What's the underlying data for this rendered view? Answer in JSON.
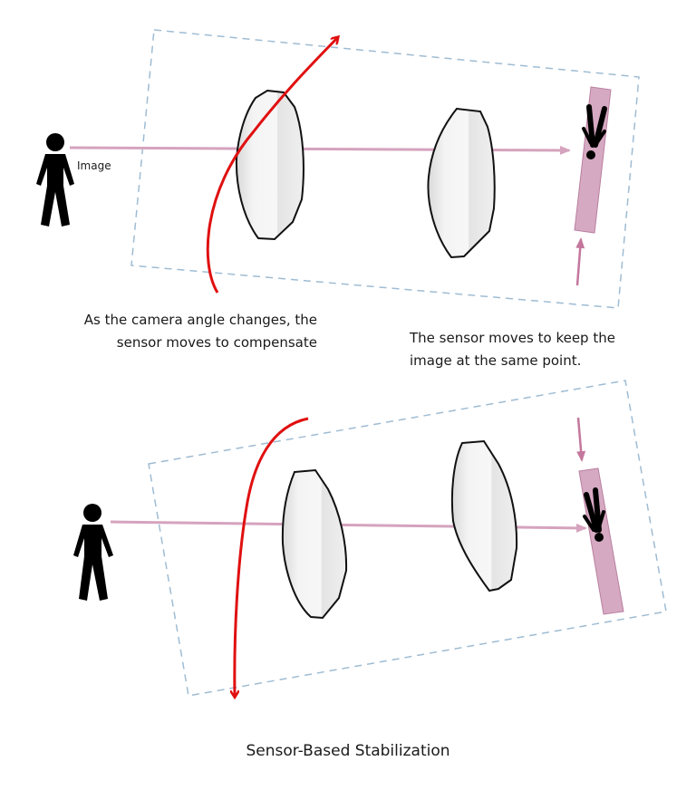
{
  "figure": {
    "title": "Sensor-Based Stabilization",
    "colors": {
      "background": "#ffffff",
      "box_dashed": "#9fbcd3",
      "ray": "#d5a3bd",
      "sensor_fill": "#d6a9c2",
      "sensor_stroke": "#b97fa0",
      "sensor_arrow": "#c4779c",
      "motion_arrow": "#e01010",
      "lens_stroke": "#111111",
      "figure_black": "#000000"
    }
  },
  "top_panel": {
    "label_image": "Image",
    "caption_left_line1": "As the camera angle changes, the",
    "caption_left_line2": "sensor moves to compensate",
    "caption_right_line1": "The sensor moves to keep the",
    "caption_right_line2": "image at the same point.",
    "camera_motion": "up",
    "sensor_motion": "up"
  },
  "bottom_panel": {
    "camera_motion": "down",
    "sensor_motion": "down"
  }
}
